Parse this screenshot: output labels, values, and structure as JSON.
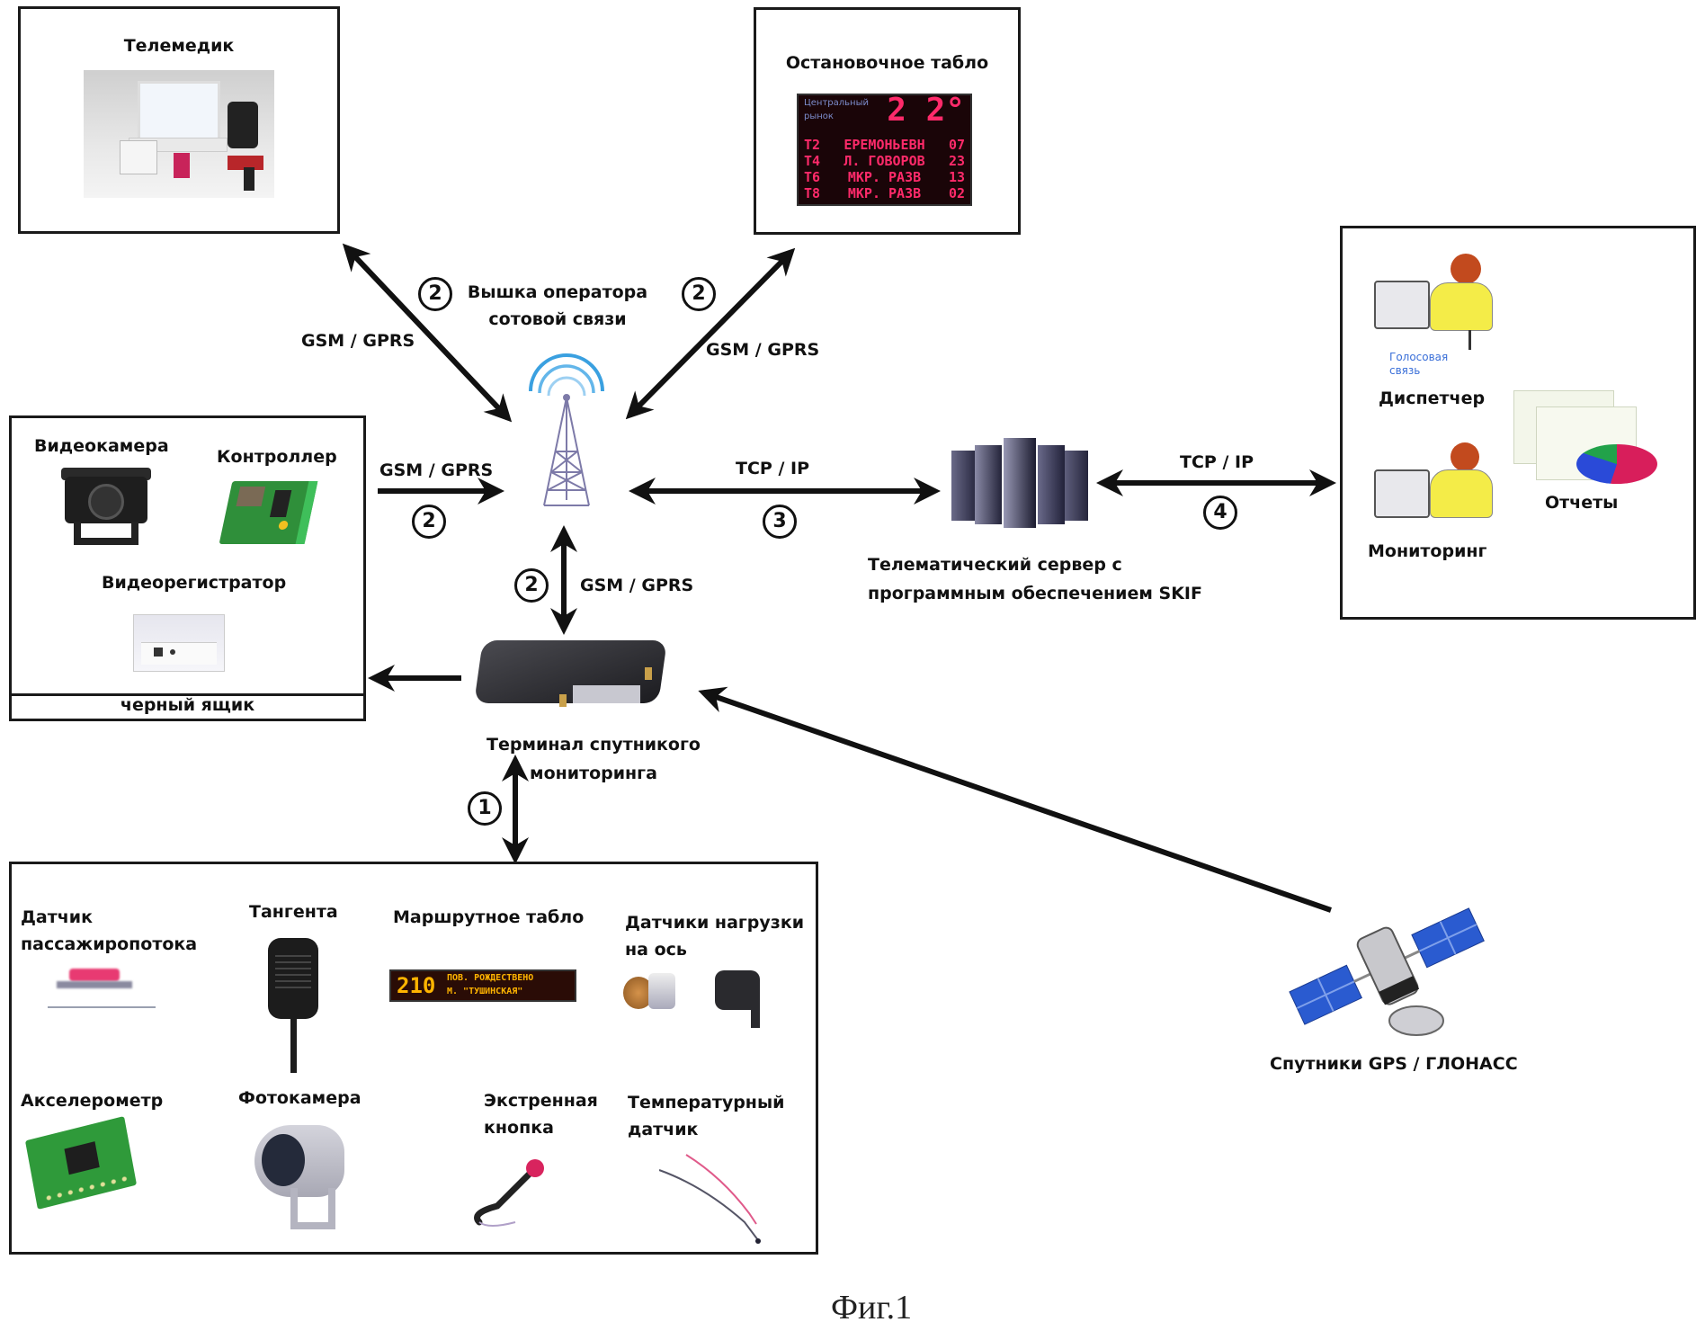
{
  "figure": {
    "caption": "Фиг.1"
  },
  "nodes": {
    "telemedic": {
      "title": "Телемедик"
    },
    "stop_board": {
      "title": "Остановочное табло",
      "display": {
        "stop_name_line1": "Центральный",
        "stop_name_line2": "рынок",
        "time": "2 2°",
        "rows": [
          {
            "route": "Т2",
            "dest": "ЕРЕМОНЬЕВН",
            "min": "07"
          },
          {
            "route": "Т4",
            "dest": "Л. ГОВОРОВ",
            "min": "23"
          },
          {
            "route": "Т6",
            "dest": "МКР. РАЗВ",
            "min": "13"
          },
          {
            "route": "Т8",
            "dest": "МКР. РАЗВ",
            "min": "02"
          }
        ]
      }
    },
    "tower": {
      "title_line1": "Вышка оператора",
      "title_line2": "сотовой связи"
    },
    "black_box": {
      "footer": "черный ящик",
      "items": [
        {
          "label": "Видеокамера"
        },
        {
          "label": "Контроллер"
        },
        {
          "label": "Видеорегистратор"
        }
      ]
    },
    "server": {
      "title_line1": "Телематический сервер с",
      "title_line2": "программным обеспечением SKIF"
    },
    "control_center": {
      "items": [
        {
          "label": "Диспетчер",
          "sublabel": "Голосовая связь"
        },
        {
          "label": "Мониторинг"
        },
        {
          "label": "Отчеты"
        }
      ]
    },
    "terminal": {
      "title_line1": "Терминал спутникого",
      "title_line2": "мониторинга"
    },
    "satellites": {
      "title": "Спутники GPS / ГЛОНАСС"
    },
    "sensors": {
      "items": [
        {
          "label_line1": "Датчик",
          "label_line2": "пассажиропотока"
        },
        {
          "label_line1": "Тангента",
          "label_line2": ""
        },
        {
          "label_line1": "Маршрутное табло",
          "label_line2": ""
        },
        {
          "label_line1": "Датчики нагрузки",
          "label_line2": "на ось"
        },
        {
          "label_line1": "Акселерометр",
          "label_line2": ""
        },
        {
          "label_line1": "Фотокамера",
          "label_line2": ""
        },
        {
          "label_line1": "Экстренная",
          "label_line2": "кнопка"
        },
        {
          "label_line1": "Температурный",
          "label_line2": "датчик"
        }
      ],
      "route_board": {
        "route": "210",
        "line1": "ПОВ. РОЖДЕСТВЕНО",
        "line2": "М. \"ТУШИНСКАЯ\""
      }
    }
  },
  "links": [
    {
      "id": "tower-telemedic",
      "protocol": "GSM / GPRS",
      "step": "2"
    },
    {
      "id": "tower-stopboard",
      "protocol": "GSM / GPRS",
      "step": "2"
    },
    {
      "id": "blackbox-tower",
      "protocol": "GSM / GPRS",
      "step": "2"
    },
    {
      "id": "tower-terminal",
      "protocol": "GSM / GPRS",
      "step": "2"
    },
    {
      "id": "tower-server",
      "protocol": "TCP / IP",
      "step": "3"
    },
    {
      "id": "server-control",
      "protocol": "TCP / IP",
      "step": "4"
    },
    {
      "id": "terminal-sensors",
      "protocol": "",
      "step": "1"
    }
  ],
  "colors": {
    "line": "#111111",
    "signal": "#3aa0e0",
    "led_red": "#ff2a6a",
    "led_amber": "#ffb400",
    "pcb_green": "#2f9a3a",
    "solar_blue": "#2a5bd0"
  }
}
